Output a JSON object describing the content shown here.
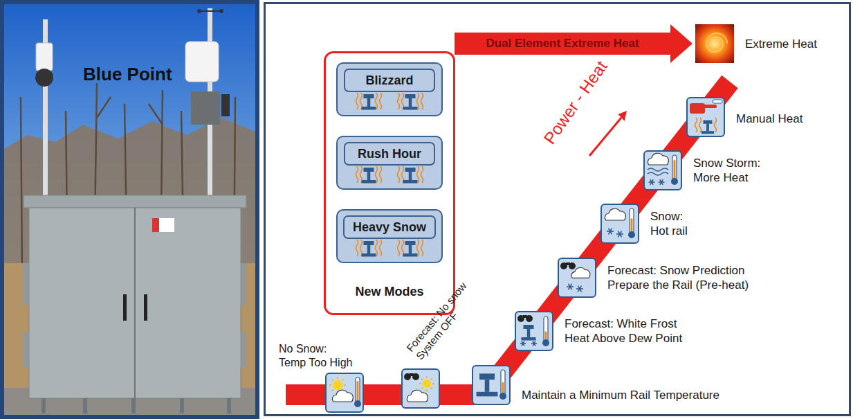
{
  "diagram": {
    "nodes": [
      {
        "text": [
          "New Modes"
        ]
      },
      {
        "text": [
          "Blizzard"
        ],
        "in": 0
      },
      {
        "text": [
          "Rush Hour"
        ],
        "in": 0
      },
      {
        "text": [
          "Heavy Snow"
        ],
        "in": 0
      },
      {
        "text": [
          "Extreme Heat"
        ]
      },
      {
        "text": [
          "Manual Heat"
        ]
      },
      {
        "text": [
          "Snow Storm:",
          "More Heat"
        ]
      },
      {
        "text": [
          "Snow:",
          "Hot rail"
        ]
      },
      {
        "text": [
          "Forecast: Snow Prediction",
          "Prepare the Rail (Pre-heat)"
        ]
      },
      {
        "text": [
          "Forecast: White Frost",
          "Heat Above Dew Point"
        ]
      },
      {
        "text": [
          "Maintain a Minimum Rail Temperature"
        ]
      },
      {
        "text": [
          "Forecast: No snow",
          "System OFF"
        ]
      },
      {
        "text": [
          "No Snow:",
          "Temp Too High"
        ]
      }
    ],
    "edges": [
      {
        "from": 0,
        "to": 4,
        "arrow": "to",
        "label": "Dual Element Extreme Heat"
      }
    ],
    "labels": [
      "Blue Point",
      "Power - Heat"
    ]
  }
}
